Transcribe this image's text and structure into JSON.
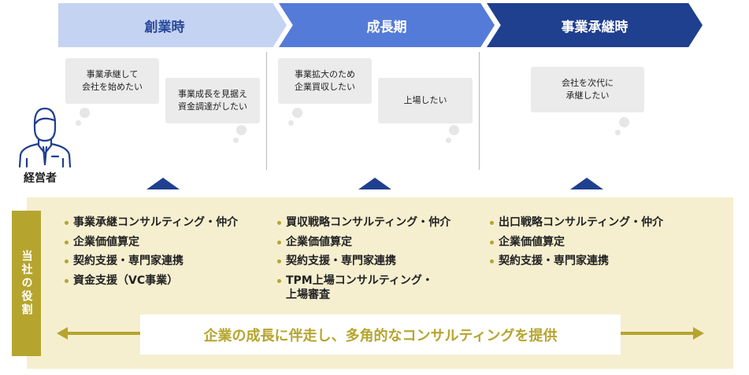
{
  "phases": [
    {
      "label": "創業時",
      "bg": "#c5d3f3",
      "fg": "#2a4a9a"
    },
    {
      "label": "成長期",
      "bg": "#557bd8",
      "fg": "#ffffff"
    },
    {
      "label": "事業承継時",
      "bg": "#1f3f8f",
      "fg": "#ffffff"
    }
  ],
  "needs": [
    "事業承継して\n会社を始めたい",
    "事業成長を見据え\n資金調達がしたい",
    "事業拡大のため\n企業買収したい",
    "上場したい",
    "会社を次代に\n承継したい"
  ],
  "person_label": "経営者",
  "role_label": "当社の役割",
  "roles": [
    [
      "事業承継コンサルティング・仲介",
      "企業価値算定",
      "契約支援・専門家連携",
      "資金支援（VC事業）"
    ],
    [
      "買収戦略コンサルティング・仲介",
      "企業価値算定",
      "契約支援・専門家連携",
      "TPM上場コンサルティング・\n上場審査"
    ],
    [
      "出口戦略コンサルティング・仲介",
      "企業価値算定",
      "契約支援・専門家連携"
    ]
  ],
  "summary": "企業の成長に伴走し、多角的なコンサルティングを提供",
  "colors": {
    "accent": "#b5a52e",
    "panel": "#f5efd0",
    "navy": "#1f3f8f"
  }
}
